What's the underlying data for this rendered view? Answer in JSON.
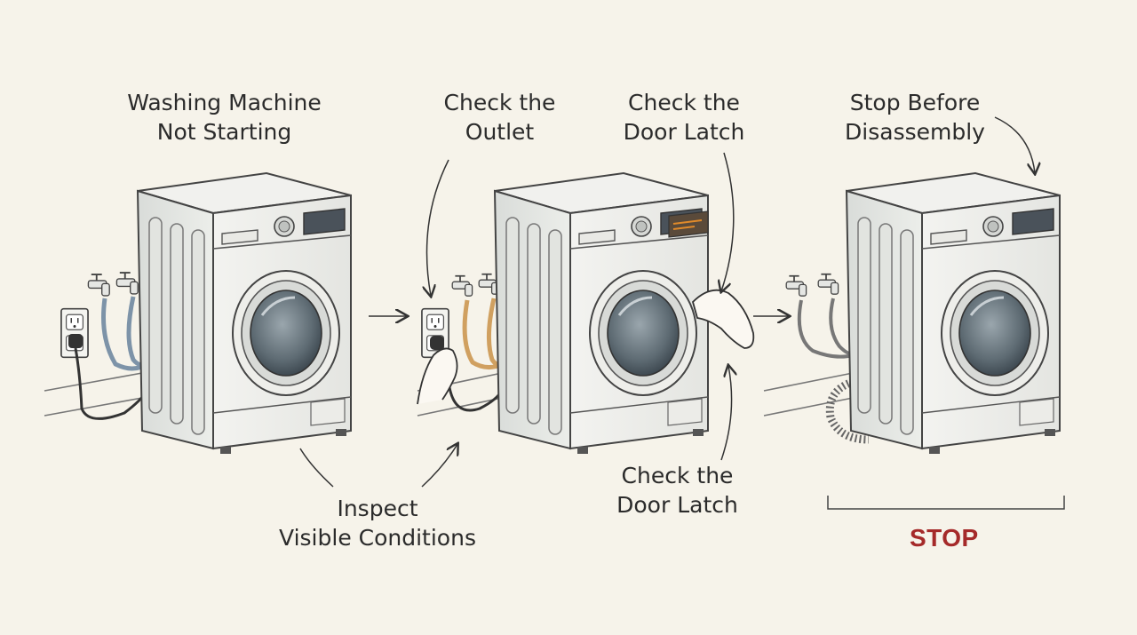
{
  "labels": {
    "not_starting": [
      "Washing Machine",
      "Not Starting"
    ],
    "check_outlet": [
      "Check the",
      "Outlet"
    ],
    "check_latch_top": [
      "Check the",
      "Door Latch"
    ],
    "stop_before": [
      "Stop Before",
      "Disassembly"
    ],
    "inspect": [
      "Inspect",
      "Visible Conditions"
    ],
    "check_latch_bottom": [
      "Check the",
      "Door Latch"
    ],
    "stop": "STOP"
  },
  "colors": {
    "background": "#f6f3ea",
    "stop": "#a52a2a",
    "blue_hose": "#7d93a8",
    "orange_hose": "#d0a060",
    "display_orange": "#e08a2a"
  }
}
